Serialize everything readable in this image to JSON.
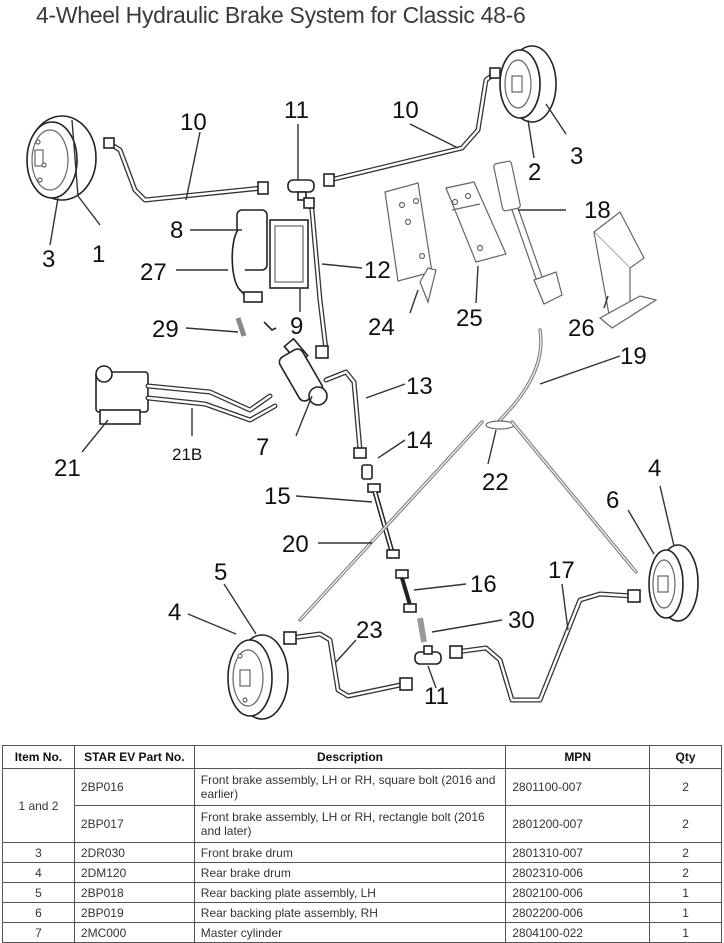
{
  "title": "4-Wheel Hydraulic Brake System for Classic 48-6",
  "diagram": {
    "callouts": {
      "c1": "1",
      "c2": "2",
      "c3a": "3",
      "c3b": "3",
      "c4a": "4",
      "c4b": "4",
      "c5": "5",
      "c6": "6",
      "c7": "7",
      "c8": "8",
      "c9": "9",
      "c10a": "10",
      "c10b": "10",
      "c11a": "11",
      "c11b": "11",
      "c12": "12",
      "c13": "13",
      "c14": "14",
      "c15": "15",
      "c16": "16",
      "c17": "17",
      "c18": "18",
      "c19": "19",
      "c20": "20",
      "c21": "21",
      "c21b": "21B",
      "c22": "22",
      "c23": "23",
      "c24": "24",
      "c25": "25",
      "c26": "26",
      "c27": "27",
      "c29": "29",
      "c30": "30"
    }
  },
  "table": {
    "headers": [
      "Item No.",
      "STAR EV Part No.",
      "Description",
      "MPN",
      "Qty"
    ],
    "rows": [
      {
        "item": "1 and 2",
        "part": "2BP016",
        "desc": "Front brake assembly, LH or RH, square bolt (2016 and earlier)",
        "mpn": "2801100-007",
        "qty": "2"
      },
      {
        "item": "",
        "part": "2BP017",
        "desc": "Front brake assembly, LH or RH, rectangle bolt (2016 and later)",
        "mpn": "2801200-007",
        "qty": "2"
      },
      {
        "item": "3",
        "part": "2DR030",
        "desc": "Front brake drum",
        "mpn": "2801310-007",
        "qty": "2"
      },
      {
        "item": "4",
        "part": "2DM120",
        "desc": "Rear brake drum",
        "mpn": "2802310-006",
        "qty": "2"
      },
      {
        "item": "5",
        "part": "2BP018",
        "desc": "Rear backing plate assembly, LH",
        "mpn": "2802100-006",
        "qty": "1"
      },
      {
        "item": "6",
        "part": "2BP019",
        "desc": "Rear backing plate assembly, RH",
        "mpn": "2802200-006",
        "qty": "1"
      },
      {
        "item": "7",
        "part": "2MC000",
        "desc": "Master cylinder",
        "mpn": "2804100-022",
        "qty": "1"
      }
    ]
  }
}
